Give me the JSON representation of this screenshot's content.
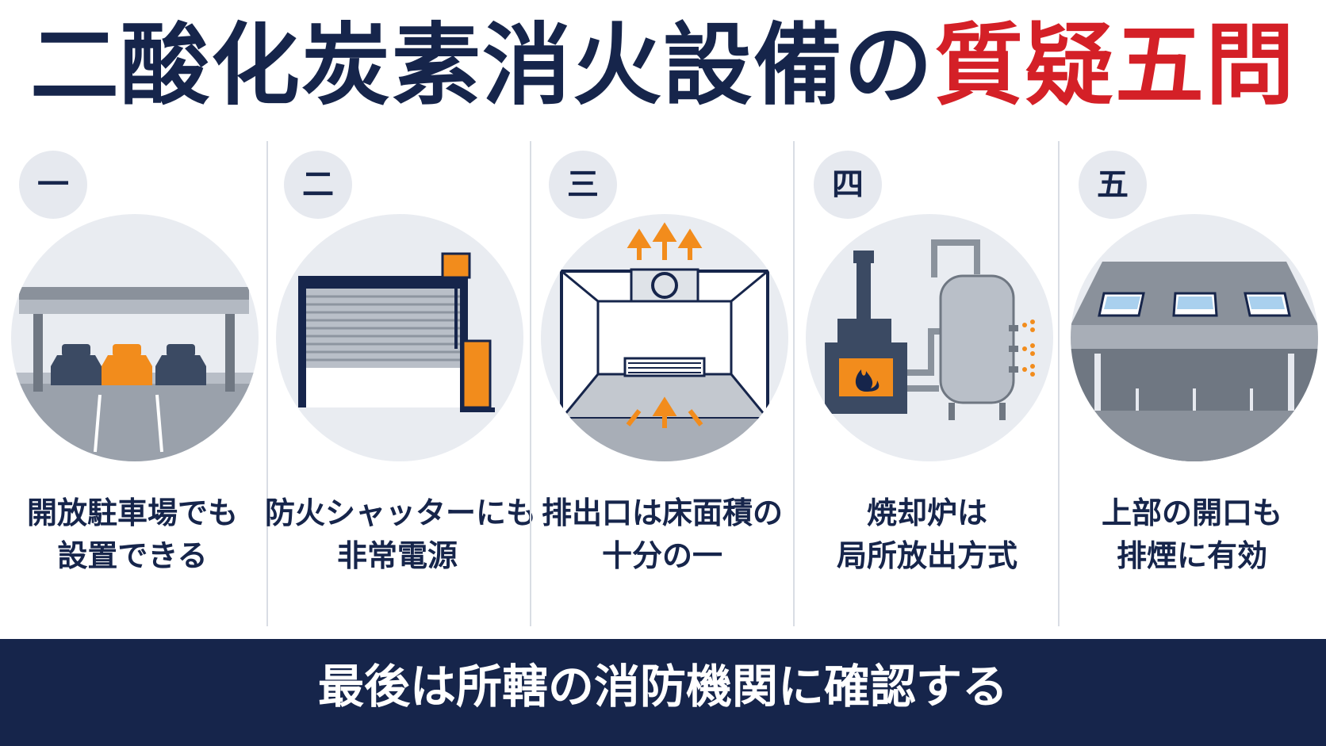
{
  "title": {
    "main": "二酸化炭素消火設備の",
    "accent": "質疑五問"
  },
  "colors": {
    "navy": "#16254b",
    "accent_red": "#d42027",
    "orange": "#f28c1c",
    "light_gray": "#e9ecf1"
  },
  "panels": [
    {
      "number": "一",
      "icon": "open-parking-icon",
      "caption_line1": "開放駐車場でも",
      "caption_line2": "設置できる"
    },
    {
      "number": "二",
      "icon": "fire-shutter-icon",
      "caption_line1": "防火シャッターにも",
      "caption_line2": "非常電源"
    },
    {
      "number": "三",
      "icon": "exhaust-vent-icon",
      "caption_line1": "排出口は床面積の",
      "caption_line2": "十分の一"
    },
    {
      "number": "四",
      "icon": "incinerator-icon",
      "caption_line1": "焼却炉は",
      "caption_line2": "局所放出方式"
    },
    {
      "number": "五",
      "icon": "roof-opening-icon",
      "caption_line1": "上部の開口も",
      "caption_line2": "排煙に有効"
    }
  ],
  "footer": {
    "text": "最後は所轄の消防機関に確認する"
  }
}
